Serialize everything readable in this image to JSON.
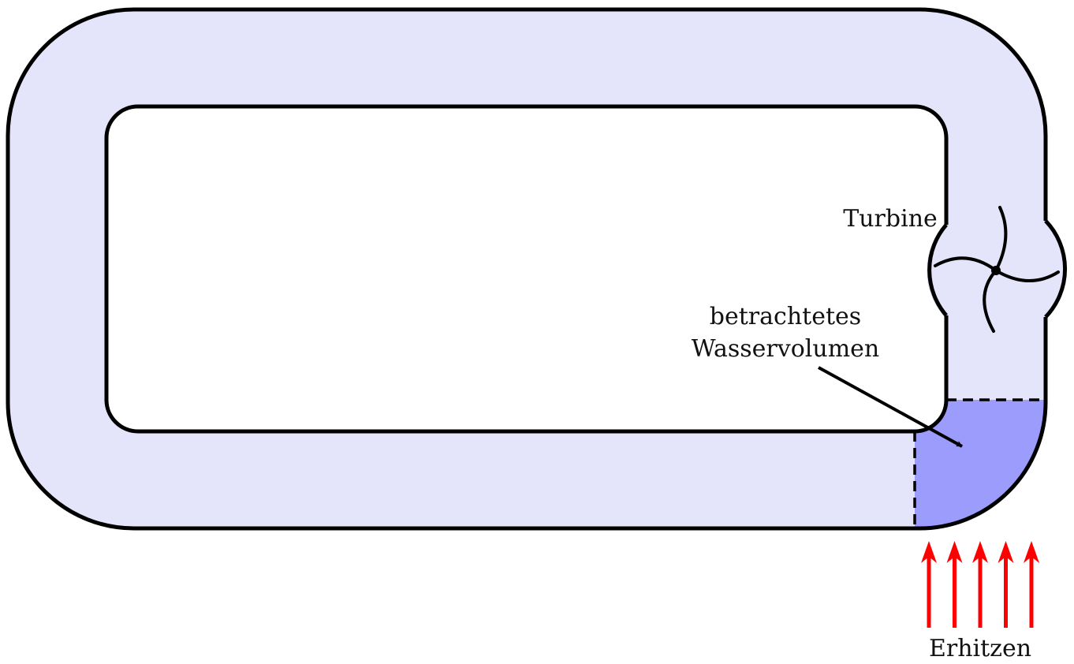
{
  "labels": {
    "turbine": "Turbine",
    "volume_line1": "betrachtetes",
    "volume_line2": "Wasservolumen",
    "heating": "Erhitzen"
  },
  "colors": {
    "pipe_fill": "#e4e4fa",
    "volume_fill": "#9c9cfc",
    "outline": "#000000",
    "heat_arrows": "#ff0000",
    "background": "#ffffff"
  },
  "heat_arrow_count": 5
}
